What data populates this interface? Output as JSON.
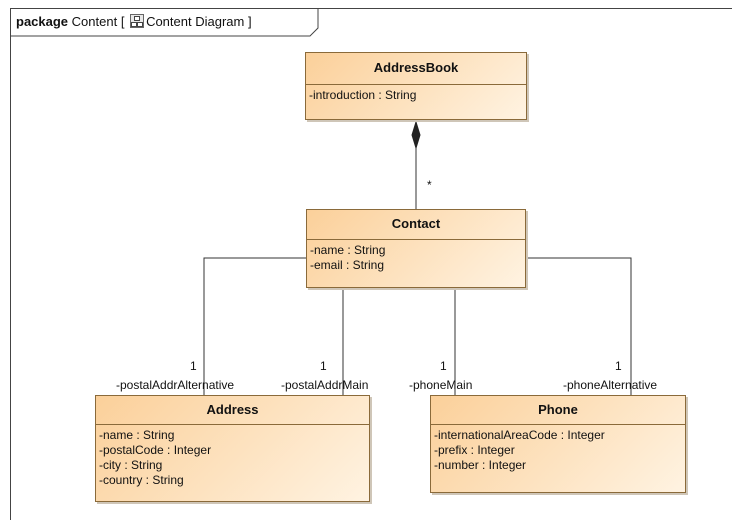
{
  "frame": {
    "keyword": "package",
    "name": "Content [",
    "diagram_name": "Content Diagram",
    "close": "]",
    "icon": "class-diagram-icon"
  },
  "classes": {
    "addressbook": {
      "name": "AddressBook",
      "attributes": [
        "-introduction : String"
      ]
    },
    "contact": {
      "name": "Contact",
      "attributes": [
        "-name : String",
        "-email : String"
      ]
    },
    "address": {
      "name": "Address",
      "attributes": [
        "-name : String",
        "-postalCode : Integer",
        "-city : String",
        "-country : String"
      ]
    },
    "phone": {
      "name": "Phone",
      "attributes": [
        "-internationalAreaCode : Integer",
        "-prefix : Integer",
        "-number : Integer"
      ]
    }
  },
  "associations": {
    "composition_multiplicity": "*",
    "postal_alt": {
      "multiplicity": "1",
      "role": "-postalAddrAlternative"
    },
    "postal_main": {
      "multiplicity": "1",
      "role": "-postalAddrMain"
    },
    "phone_main": {
      "multiplicity": "1",
      "role": "-phoneMain"
    },
    "phone_alt": {
      "multiplicity": "1",
      "role": "-phoneAlternative"
    }
  }
}
